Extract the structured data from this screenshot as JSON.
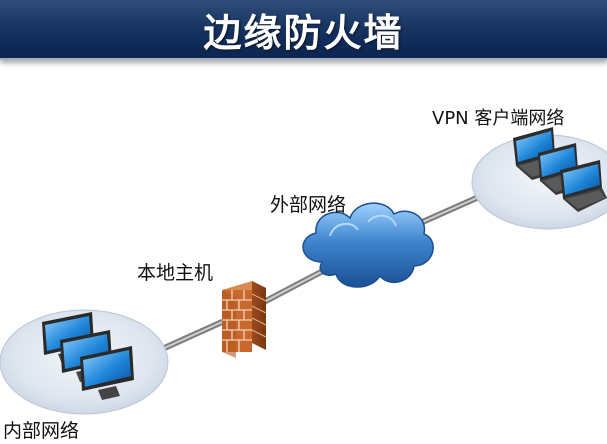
{
  "title": "边缘防火墙",
  "nodes": {
    "vpn_clients": {
      "label": "VPN 客户端网络",
      "icon": "laptop-group-icon"
    },
    "external_network": {
      "label": "外部网络",
      "icon": "cloud-icon"
    },
    "local_host": {
      "label": "本地主机",
      "icon": "firewall-brick-icon"
    },
    "internal_network": {
      "label": "内部网络",
      "icon": "monitor-group-icon"
    }
  },
  "colors": {
    "title_bar": "#14315f",
    "cloud": "#3f86cf",
    "firewall_brick": "#c8682c",
    "cable": "#8a8a8a",
    "ellipse": "#dfe6ef"
  }
}
